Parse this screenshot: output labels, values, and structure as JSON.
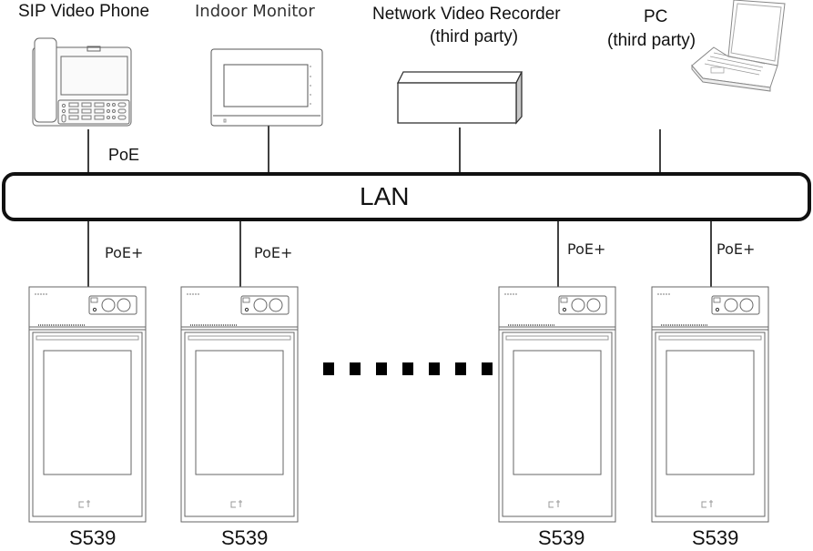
{
  "diagram": {
    "network": {
      "label": "LAN"
    },
    "top_devices": [
      {
        "id": "sip-phone",
        "name": "SIP Video Phone",
        "subtitle": "",
        "connection": "PoE"
      },
      {
        "id": "indoor-monitor",
        "name": "Indoor Monitor",
        "subtitle": "",
        "connection": ""
      },
      {
        "id": "nvr",
        "name": "Network Video Recorder",
        "subtitle": "(third party)",
        "connection": ""
      },
      {
        "id": "pc",
        "name": "PC",
        "subtitle": "(third party)",
        "connection": ""
      }
    ],
    "bottom_devices": [
      {
        "model": "S539",
        "connection": "PoE+"
      },
      {
        "model": "S539",
        "connection": "PoE+"
      },
      {
        "model": "S539",
        "connection": "PoE+"
      },
      {
        "model": "S539",
        "connection": "PoE+"
      }
    ],
    "ellipsis": "more S539 units",
    "colors": {
      "line": "#111111",
      "device_outline": "#555555",
      "nvr_side": "#c8c8c8"
    }
  }
}
